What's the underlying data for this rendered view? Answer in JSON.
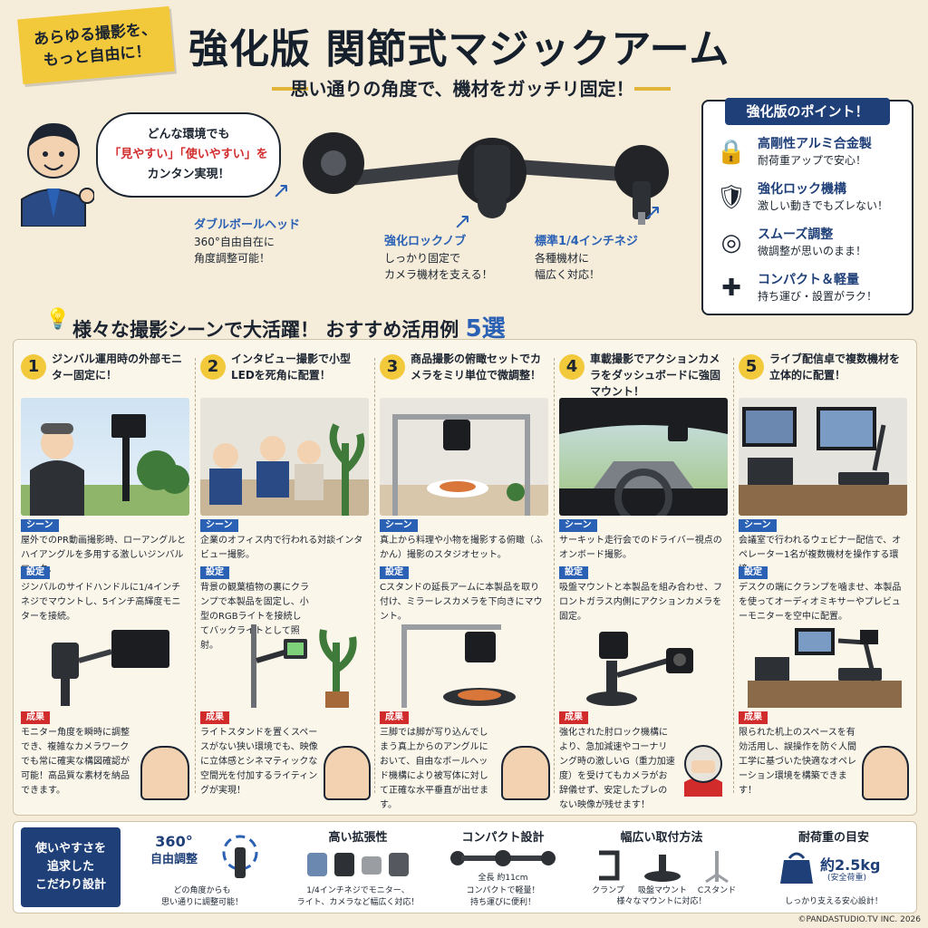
{
  "header": {
    "tag": [
      "あらゆる撮影を、",
      "もっと自由に！"
    ],
    "title": "強化版 関節式マジックアーム",
    "subtitle": "思い通りの角度で、機材をガッチリ固定！"
  },
  "hero": {
    "bubble": [
      "どんな環境でも",
      "「見やすい」「使いやすい」を",
      "カンタン実現！"
    ],
    "labels": [
      {
        "heading": "ダブルボールヘッド",
        "lines": [
          "360°自由自在に",
          "角度調整可能！"
        ]
      },
      {
        "heading": "強化ロックノブ",
        "lines": [
          "しっかり固定で",
          "カメラ機材を支える！"
        ]
      },
      {
        "heading": "標準1/4インチネジ",
        "lines": [
          "各種機材に",
          "幅広く対応！"
        ]
      }
    ]
  },
  "points": {
    "title": "強化版のポイント！",
    "items": [
      {
        "icon": "lock-icon",
        "glyph": "🔒",
        "title": "高剛性アルミ合金製",
        "desc": "耐荷重アップで安心！"
      },
      {
        "icon": "shield-icon",
        "glyph": "🛡",
        "title": "強化ロック機構",
        "desc": "激しい動きでもズレない！"
      },
      {
        "icon": "target-icon",
        "glyph": "◎",
        "title": "スムーズ調整",
        "desc": "微調整が思いのまま！"
      },
      {
        "icon": "arm-joint-icon",
        "glyph": "✚",
        "title": "コンパクト＆軽量",
        "desc": "持ち運び・設置がラク！"
      }
    ]
  },
  "examples": {
    "title": "様々な撮影シーンで大活躍！ おすすめ活用例",
    "count": "5選",
    "scene_label": "シーン",
    "setup_label": "設定",
    "result_label": "成果",
    "items": [
      {
        "num": "1",
        "title": "ジンバル運用時の外部モニター固定に！",
        "scene": "屋外でのPR動画撮影時、ローアングルとハイアングルを多用する激しいジンバルワーク。",
        "setup": "ジンバルのサイドハンドルに1/4インチネジでマウントし、5インチ高輝度モニターを接続。",
        "result": "モニター角度を瞬時に調整でき、複雑なカメラワークでも常に確実な構図確認が可能！高品質な素材を納品できます。"
      },
      {
        "num": "2",
        "title": "インタビュー撮影で小型LEDを死角に配置！",
        "scene": "企業のオフィス内で行われる対談インタビュー撮影。",
        "setup": "背景の観葉植物の裏にクランプで本製品を固定し、小型のRGBライトを接続してバックライトとして照射。",
        "result": "ライトスタンドを置くスペースがない狭い環境でも、映像に立体感とシネマティックな空間光を付加するライティングが実現！"
      },
      {
        "num": "3",
        "title": "商品撮影の俯瞰セットでカメラをミリ単位で微調整！",
        "scene": "真上から料理や小物を撮影する俯瞰（ふかん）撮影のスタジオセット。",
        "setup": "Cスタンドの延長アームに本製品を取り付け、ミラーレスカメラを下向きにマウント。",
        "result": "三脚では脚が写り込んでしまう真上からのアングルにおいて、自由なボールヘッド機構により被写体に対して正確な水平垂直が出せます。"
      },
      {
        "num": "4",
        "title": "車載撮影でアクションカメラをダッシュボードに強固マウント！",
        "scene": "サーキット走行会でのドライバー視点のオンボード撮影。",
        "setup": "吸盤マウントと本製品を組み合わせ、フロントガラス内側にアクションカメラを固定。",
        "result": "強化された肘ロック機構により、急加減速やコーナリング時の激しいG（重力加速度）を受けてもカメラがお辞儀せず、安定したブレのない映像が残せます！"
      },
      {
        "num": "5",
        "title": "ライブ配信卓で複数機材を立体的に配置！",
        "scene": "会議室で行われるウェビナー配信で、オペレーター1名が複数機材を操作する環境。",
        "setup": "デスクの端にクランプを噛ませ、本製品を使ってオーディオミキサーやプレビューモニターを空中に配置。",
        "result": "限られた机上のスペースを有効活用し、誤操作を防ぐ人間工学に基づいた快適なオペレーション環境を構築できます！"
      }
    ]
  },
  "features": {
    "lead": [
      "使いやすさを",
      "追求した",
      "こだわり設計"
    ],
    "items": [
      {
        "title": "360°",
        "title2": "自由調整",
        "desc": [
          "どの角度からも",
          "思い通りに調整可能！"
        ]
      },
      {
        "title": "高い拡張性",
        "desc": [
          "1/4インチネジでモニター、",
          "ライト、カメラなど幅広く対応！"
        ]
      },
      {
        "title": "コンパクト設計",
        "measure": "全長 約11cm",
        "desc": [
          "コンパクトで軽量！",
          "持ち運びに便利！"
        ]
      },
      {
        "title": "幅広い取付方法",
        "mounts": [
          "クランプ",
          "吸盤マウント",
          "Cスタンド"
        ],
        "desc": [
          "様々なマウントに対応！"
        ]
      },
      {
        "title": "耐荷重の目安",
        "weight": "約2.5kg",
        "weight_note": "(安全荷重)",
        "desc": [
          "しっかり支える安心設計！"
        ]
      }
    ]
  },
  "copyright": "©PANDASTUDIO.TV INC. 2026",
  "colors": {
    "accent": "#2b61b5",
    "navy": "#1e3f78",
    "yellow": "#f3c93c",
    "red": "#d22b2b"
  }
}
